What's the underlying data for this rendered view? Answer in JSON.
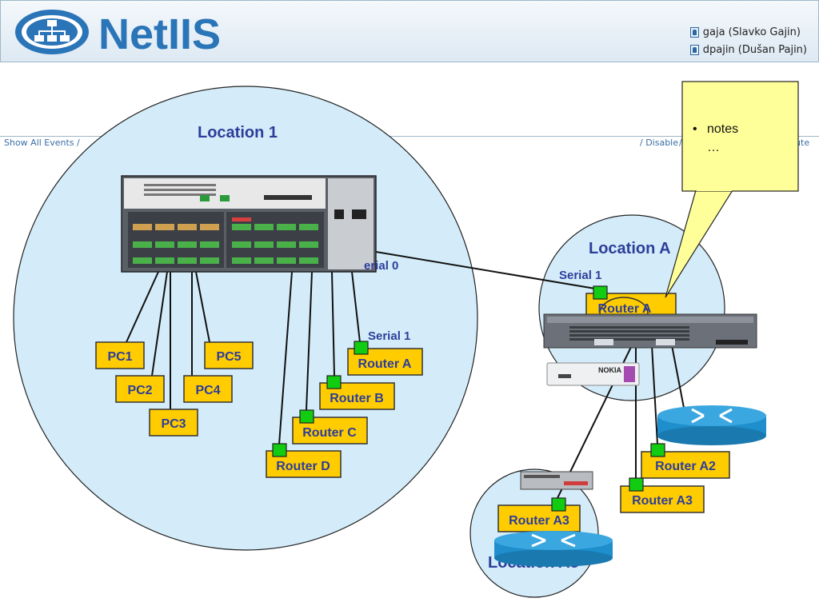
{
  "header": {
    "logo_text": "NetIIS",
    "users": [
      {
        "label": "gaja (Slavko Gajin)"
      },
      {
        "label": "dpajin (Dušan Pajin)"
      }
    ]
  },
  "toolbar": {
    "left": "Show All Events /",
    "right_disable": "/ Disable",
    "right_sep": "/",
    "right_execute": "cute"
  },
  "diagram": {
    "locations": [
      "Location 1",
      "Location A",
      "Location A3"
    ],
    "serials": [
      "erial 0",
      "Serial 1",
      "Serial 1"
    ],
    "pcs": [
      "PC1",
      "PC2",
      "PC3",
      "PC4",
      "PC5"
    ],
    "routers_loc1": [
      "Router A",
      "Router B",
      "Router C",
      "Router D"
    ],
    "routers_locA": [
      "Router A",
      "Router A2",
      "Router A3"
    ],
    "router_locA3": "Router A3",
    "nokia_label": "NOKIA",
    "note_bullet": "•",
    "note_line1": "notes",
    "note_line2": "…"
  },
  "colors": {
    "location_fill": "#d4ecf9",
    "box_fill": "#ffcc00",
    "port_fill": "#11cc11",
    "note_fill": "#ffff99",
    "label_text": "#2d3e9a"
  }
}
